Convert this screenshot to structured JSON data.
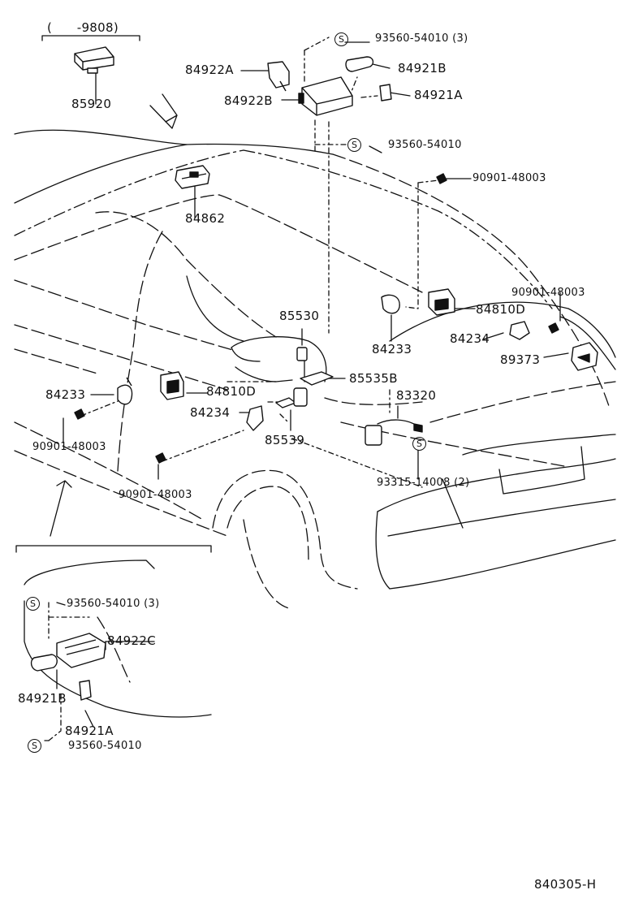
{
  "diagram_code": "840305-H",
  "date_range": "(  -9808)",
  "service_mark": "S",
  "parts": {
    "p85920": "85920",
    "p84922A": "84922A",
    "p84922B": "84922B",
    "p84922C": "84922C",
    "p84921B_top": "84921B",
    "p84921A_top": "84921A",
    "p84921B_bot": "84921B",
    "p84921A_bot": "84921A",
    "p93560_3_top": "93560-54010 (3)",
    "p93560_top": "93560-54010",
    "p93560_3_bot": "93560-54010 (3)",
    "p93560_bot": "93560-54010",
    "p90901_right_top": "90901-48003",
    "p90901_right_mid": "90901-48003",
    "p90901_left_a": "90901-48003",
    "p90901_left_b": "90901-48003",
    "p84862": "84862",
    "p85530": "85530",
    "p85535B": "85535B",
    "p85539": "85539",
    "p84810D_left": "84810D",
    "p84810D_right": "84810D",
    "p84233_left": "84233",
    "p84233_right": "84233",
    "p84234_left": "84234",
    "p84234_right": "84234",
    "p89373": "89373",
    "p83320": "83320",
    "p93315": "93315-14008 (2)"
  }
}
